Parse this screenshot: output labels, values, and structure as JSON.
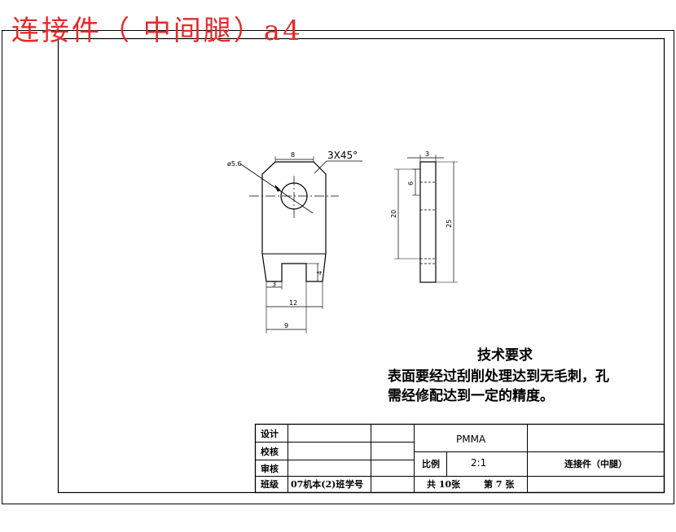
{
  "title": "连接件（ 中间腿）a4",
  "drawing": {
    "dims": {
      "hole_dia": "ø5.6",
      "chamfer": "3X45°",
      "top_width": "8",
      "slot_depth": "4",
      "slot_left": "3",
      "bottom_width": "12",
      "slot_offset": "9",
      "side_thickness": "3",
      "side_hole": "6",
      "side_height_inner": "20",
      "side_height_total": "25"
    }
  },
  "requirements": {
    "heading": "技术要求",
    "line1": "表面要经过刮削处理达到无毛刺，孔",
    "line2": "需经修配达到一定的精度。"
  },
  "title_block": {
    "design": "设计",
    "check": "校核",
    "review": "审核",
    "class": "班级",
    "class_value": "07机本(2)班",
    "student_no": "学号",
    "material": "PMMA",
    "scale_label": "比例",
    "scale_value": "2:1",
    "part_name": "连接件（中腿）",
    "sheets_total": "共 10张",
    "sheet_no": "第 7 张"
  }
}
